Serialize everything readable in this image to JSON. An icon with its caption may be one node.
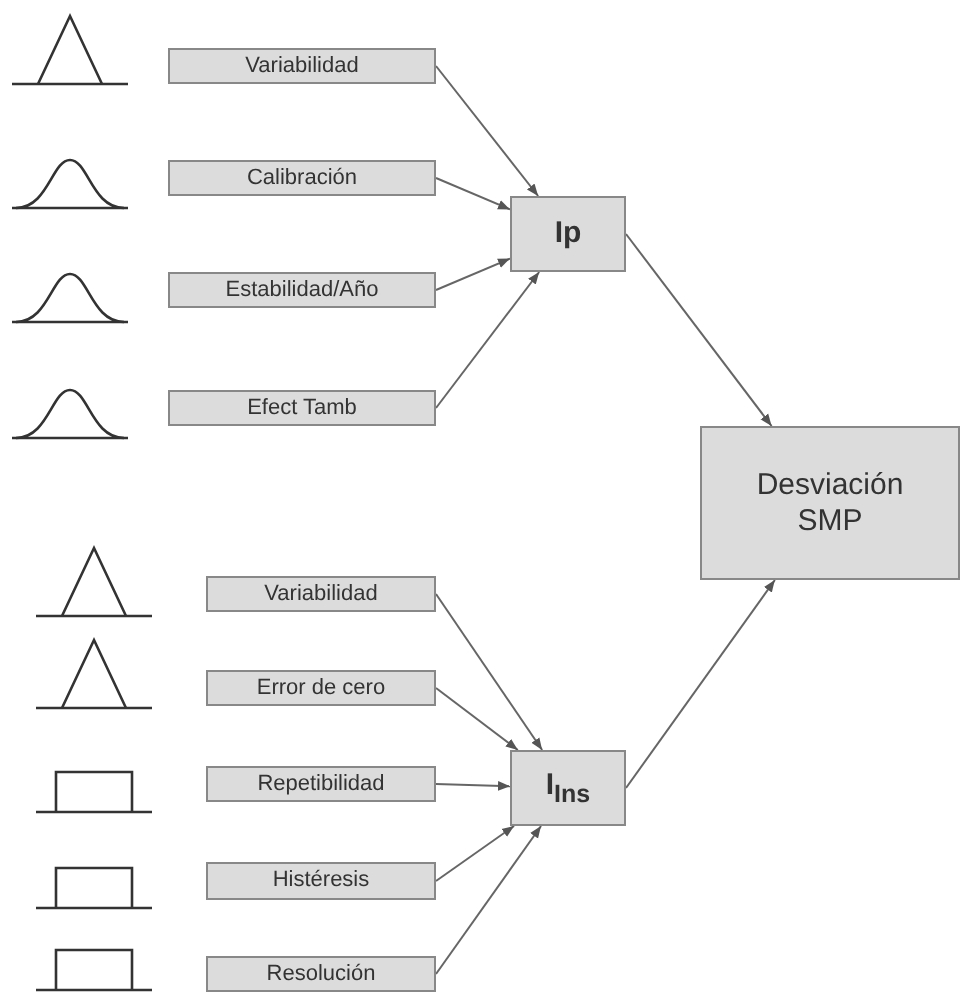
{
  "diagram": {
    "nodes": [
      {
        "text": [
          "Variabilidad"
        ]
      },
      {
        "text": [
          "Calibración"
        ]
      },
      {
        "text": [
          "Estabilidad/Año"
        ]
      },
      {
        "text": [
          "Efect Tamb"
        ]
      },
      {
        "text": [
          "Ip"
        ]
      },
      {
        "text": [
          "Desviación SMP"
        ]
      },
      {
        "text": [
          "Variabilidad"
        ]
      },
      {
        "text": [
          "Error de cero"
        ]
      },
      {
        "text": [
          "Repetibilidad"
        ]
      },
      {
        "text": [
          "Histéresis"
        ]
      },
      {
        "text": [
          "Resolución"
        ]
      },
      {
        "text": [
          "I$_{Ins}$"
        ]
      }
    ],
    "edges": [
      {
        "from": 0,
        "to": 4,
        "arrow": "to"
      },
      {
        "from": 1,
        "to": 4,
        "arrow": "to"
      },
      {
        "from": 2,
        "to": 4,
        "arrow": "to"
      },
      {
        "from": 3,
        "to": 4,
        "arrow": "to"
      },
      {
        "from": 4,
        "to": 5,
        "arrow": "to"
      },
      {
        "from": 6,
        "to": 11,
        "arrow": "to"
      },
      {
        "from": 7,
        "to": 11,
        "arrow": "to"
      },
      {
        "from": 8,
        "to": 11,
        "arrow": "to"
      },
      {
        "from": 9,
        "to": 11,
        "arrow": "to"
      },
      {
        "from": 10,
        "to": 11,
        "arrow": "to"
      },
      {
        "from": 11,
        "to": 5,
        "arrow": "to"
      }
    ]
  }
}
